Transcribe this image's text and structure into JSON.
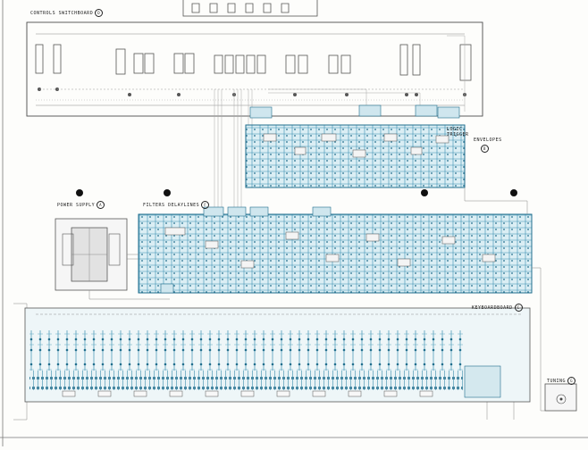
{
  "boards": {
    "controls": {
      "title": "CONTROLS  SWITCHBOARD",
      "letter": "D"
    },
    "logic": {
      "title": "LOGIC",
      "subtitle": "TRIGGER",
      "section": "ENVELOPES",
      "letter": "B"
    },
    "power": {
      "title": "POWER  SUPPLY",
      "letter": "A"
    },
    "filters": {
      "title": "FILTERS  DELAYLINES",
      "letter": "F"
    },
    "keyboard": {
      "title": "KEYBOARDBOARD",
      "letter": "C"
    },
    "tuning": {
      "title": "TUNING",
      "letter": "G"
    }
  },
  "colors": {
    "line": "#5a5a5a",
    "trace": "#3a8fb0",
    "trace_dark": "#1f6d8c",
    "ink": "#222222",
    "dot": "#111111"
  }
}
